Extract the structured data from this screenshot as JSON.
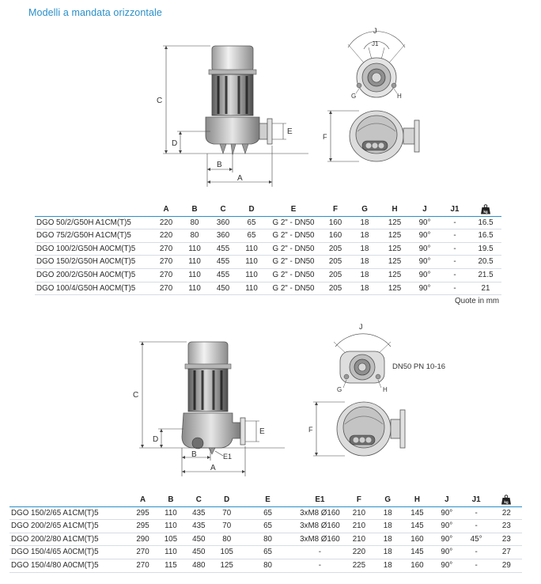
{
  "section_title": "Modelli a mandata orizzontale",
  "units_note": "Quote in mm",
  "weight_icon": "weight-kg-icon",
  "drawing1": {
    "side_labels": {
      "c": "C",
      "d": "D",
      "b": "B",
      "a": "A",
      "e": "E"
    },
    "top_labels": {
      "j": "J",
      "j1": "J1",
      "g": "G",
      "h": "H"
    },
    "front_labels": {
      "f": "F"
    }
  },
  "drawing2": {
    "side_labels": {
      "c": "C",
      "d": "D",
      "b": "B",
      "e1": "E1",
      "a": "A",
      "e": "E"
    },
    "top_labels": {
      "j": "J",
      "g": "G",
      "h": "H",
      "flange": "DN50 PN 10-16"
    },
    "front_labels": {
      "f": "F"
    }
  },
  "table1": {
    "headers": [
      "",
      "A",
      "B",
      "C",
      "D",
      "E",
      "F",
      "G",
      "H",
      "J",
      "J1"
    ],
    "rows": [
      [
        "DGO 50/2/G50H A1CM(T)5",
        "220",
        "80",
        "360",
        "65",
        "G 2\" - DN50",
        "160",
        "18",
        "125",
        "90°",
        "-",
        "16.5"
      ],
      [
        "DGO 75/2/G50H A1CM(T)5",
        "220",
        "80",
        "360",
        "65",
        "G 2\" - DN50",
        "160",
        "18",
        "125",
        "90°",
        "-",
        "16.5"
      ],
      [
        "DGO 100/2/G50H A0CM(T)5",
        "270",
        "110",
        "455",
        "110",
        "G 2\" - DN50",
        "205",
        "18",
        "125",
        "90°",
        "-",
        "19.5"
      ],
      [
        "DGO 150/2/G50H A0CM(T)5",
        "270",
        "110",
        "455",
        "110",
        "G 2\" - DN50",
        "205",
        "18",
        "125",
        "90°",
        "-",
        "20.5"
      ],
      [
        "DGO 200/2/G50H A0CM(T)5",
        "270",
        "110",
        "455",
        "110",
        "G 2\" - DN50",
        "205",
        "18",
        "125",
        "90°",
        "-",
        "21.5"
      ],
      [
        "DGO 100/4/G50H A0CM(T)5",
        "270",
        "110",
        "450",
        "110",
        "G 2\" - DN50",
        "205",
        "18",
        "125",
        "90°",
        "-",
        "21"
      ]
    ]
  },
  "table2": {
    "headers": [
      "",
      "A",
      "B",
      "C",
      "D",
      "E",
      "E1",
      "F",
      "G",
      "H",
      "J",
      "J1"
    ],
    "rows": [
      [
        "DGO 150/2/65 A1CM(T)5",
        "295",
        "110",
        "435",
        "70",
        "65",
        "3xM8 Ø160",
        "210",
        "18",
        "145",
        "90°",
        "-",
        "22"
      ],
      [
        "DGO 200/2/65 A1CM(T)5",
        "295",
        "110",
        "435",
        "70",
        "65",
        "3xM8 Ø160",
        "210",
        "18",
        "145",
        "90°",
        "-",
        "23"
      ],
      [
        "DGO 200/2/80 A1CM(T)5",
        "290",
        "105",
        "450",
        "80",
        "80",
        "3xM8 Ø160",
        "210",
        "18",
        "160",
        "90°",
        "45°",
        "23"
      ],
      [
        "DGO 150/4/65 A0CM(T)5",
        "270",
        "110",
        "450",
        "105",
        "65",
        "-",
        "220",
        "18",
        "145",
        "90°",
        "-",
        "27"
      ],
      [
        "DGO 150/4/80 A0CM(T)5",
        "270",
        "115",
        "480",
        "125",
        "80",
        "-",
        "225",
        "18",
        "160",
        "90°",
        "-",
        "29"
      ]
    ]
  }
}
